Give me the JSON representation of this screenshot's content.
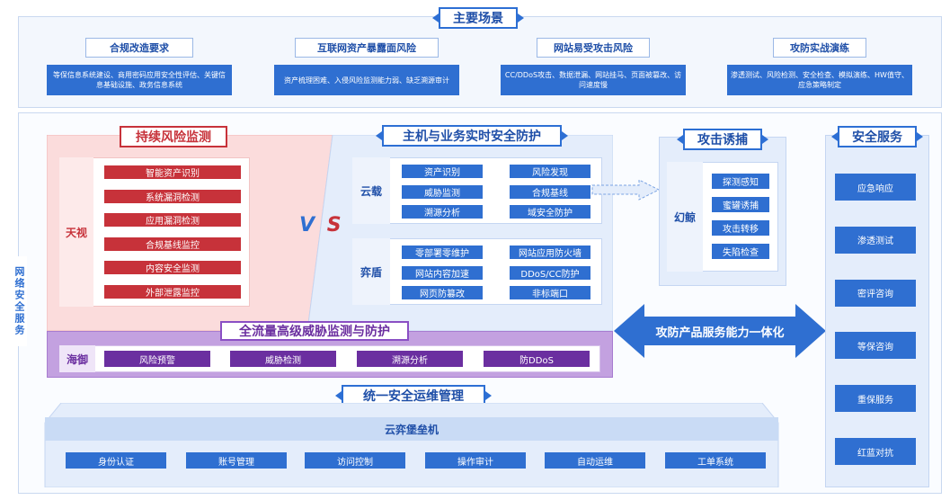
{
  "scenarios": {
    "title": "主要场景",
    "items": [
      {
        "title": "合规改造要求",
        "desc": "等保信息系统建设、商用密码应用安全性评估、关键信息基础设施、政务信息系统"
      },
      {
        "title": "互联网资产暴露面风险",
        "desc": "资产梳理困难、入侵风险监测能力弱、缺乏溯源审计"
      },
      {
        "title": "网站易受攻击风险",
        "desc": "CC/DDoS攻击、数据泄漏、网站挂马、页面被篡改、访问速度慢"
      },
      {
        "title": "攻防实战演练",
        "desc": "渗透测试、风险检测、安全检查、模拟演练、HW值守、应急策略制定"
      }
    ]
  },
  "side_label": "网络安全服务",
  "risk_monitor": {
    "title": "持续风险监测",
    "product": "天视",
    "items": [
      "智能资产识别",
      "系统漏洞检测",
      "应用漏洞检测",
      "合规基线监控",
      "内容安全监测",
      "外部泄露监控"
    ]
  },
  "vs": {
    "v": "V",
    "s": "S"
  },
  "host_protection": {
    "title": "主机与业务实时安全防护",
    "yunzai": {
      "label": "云载",
      "items": [
        "资产识别",
        "风险发现",
        "威胁监测",
        "合规基线",
        "溯源分析",
        "域安全防护"
      ]
    },
    "qidun": {
      "label": "弈盾",
      "items": [
        "零部署零维护",
        "网站应用防火墙",
        "网站内容加速",
        "DDoS/CC防护",
        "网页防篡改",
        "非标端口"
      ]
    }
  },
  "traffic": {
    "title": "全流量高级威胁监测与防护",
    "product": "海御",
    "items": [
      "风险预警",
      "威胁检测",
      "溯源分析",
      "防DDoS"
    ]
  },
  "honeypot": {
    "title": "攻击诱捕",
    "product": "幻鲸",
    "items": [
      "探测感知",
      "蜜罐诱捕",
      "攻击转移",
      "失陷检查"
    ]
  },
  "integration": {
    "label": "攻防产品服务能力一体化"
  },
  "services": {
    "title": "安全服务",
    "items": [
      "应急响应",
      "渗透测试",
      "密评咨询",
      "等保咨询",
      "重保服务",
      "红蓝对抗"
    ]
  },
  "ops": {
    "title": "统一安全运维管理",
    "platform": "云弈堡垒机",
    "items": [
      "身份认证",
      "账号管理",
      "访问控制",
      "操作审计",
      "自动运维",
      "工单系统"
    ]
  },
  "colors": {
    "primary": "#2f6fd1",
    "red": "#c7323a",
    "purple": "#6b2fa0"
  }
}
